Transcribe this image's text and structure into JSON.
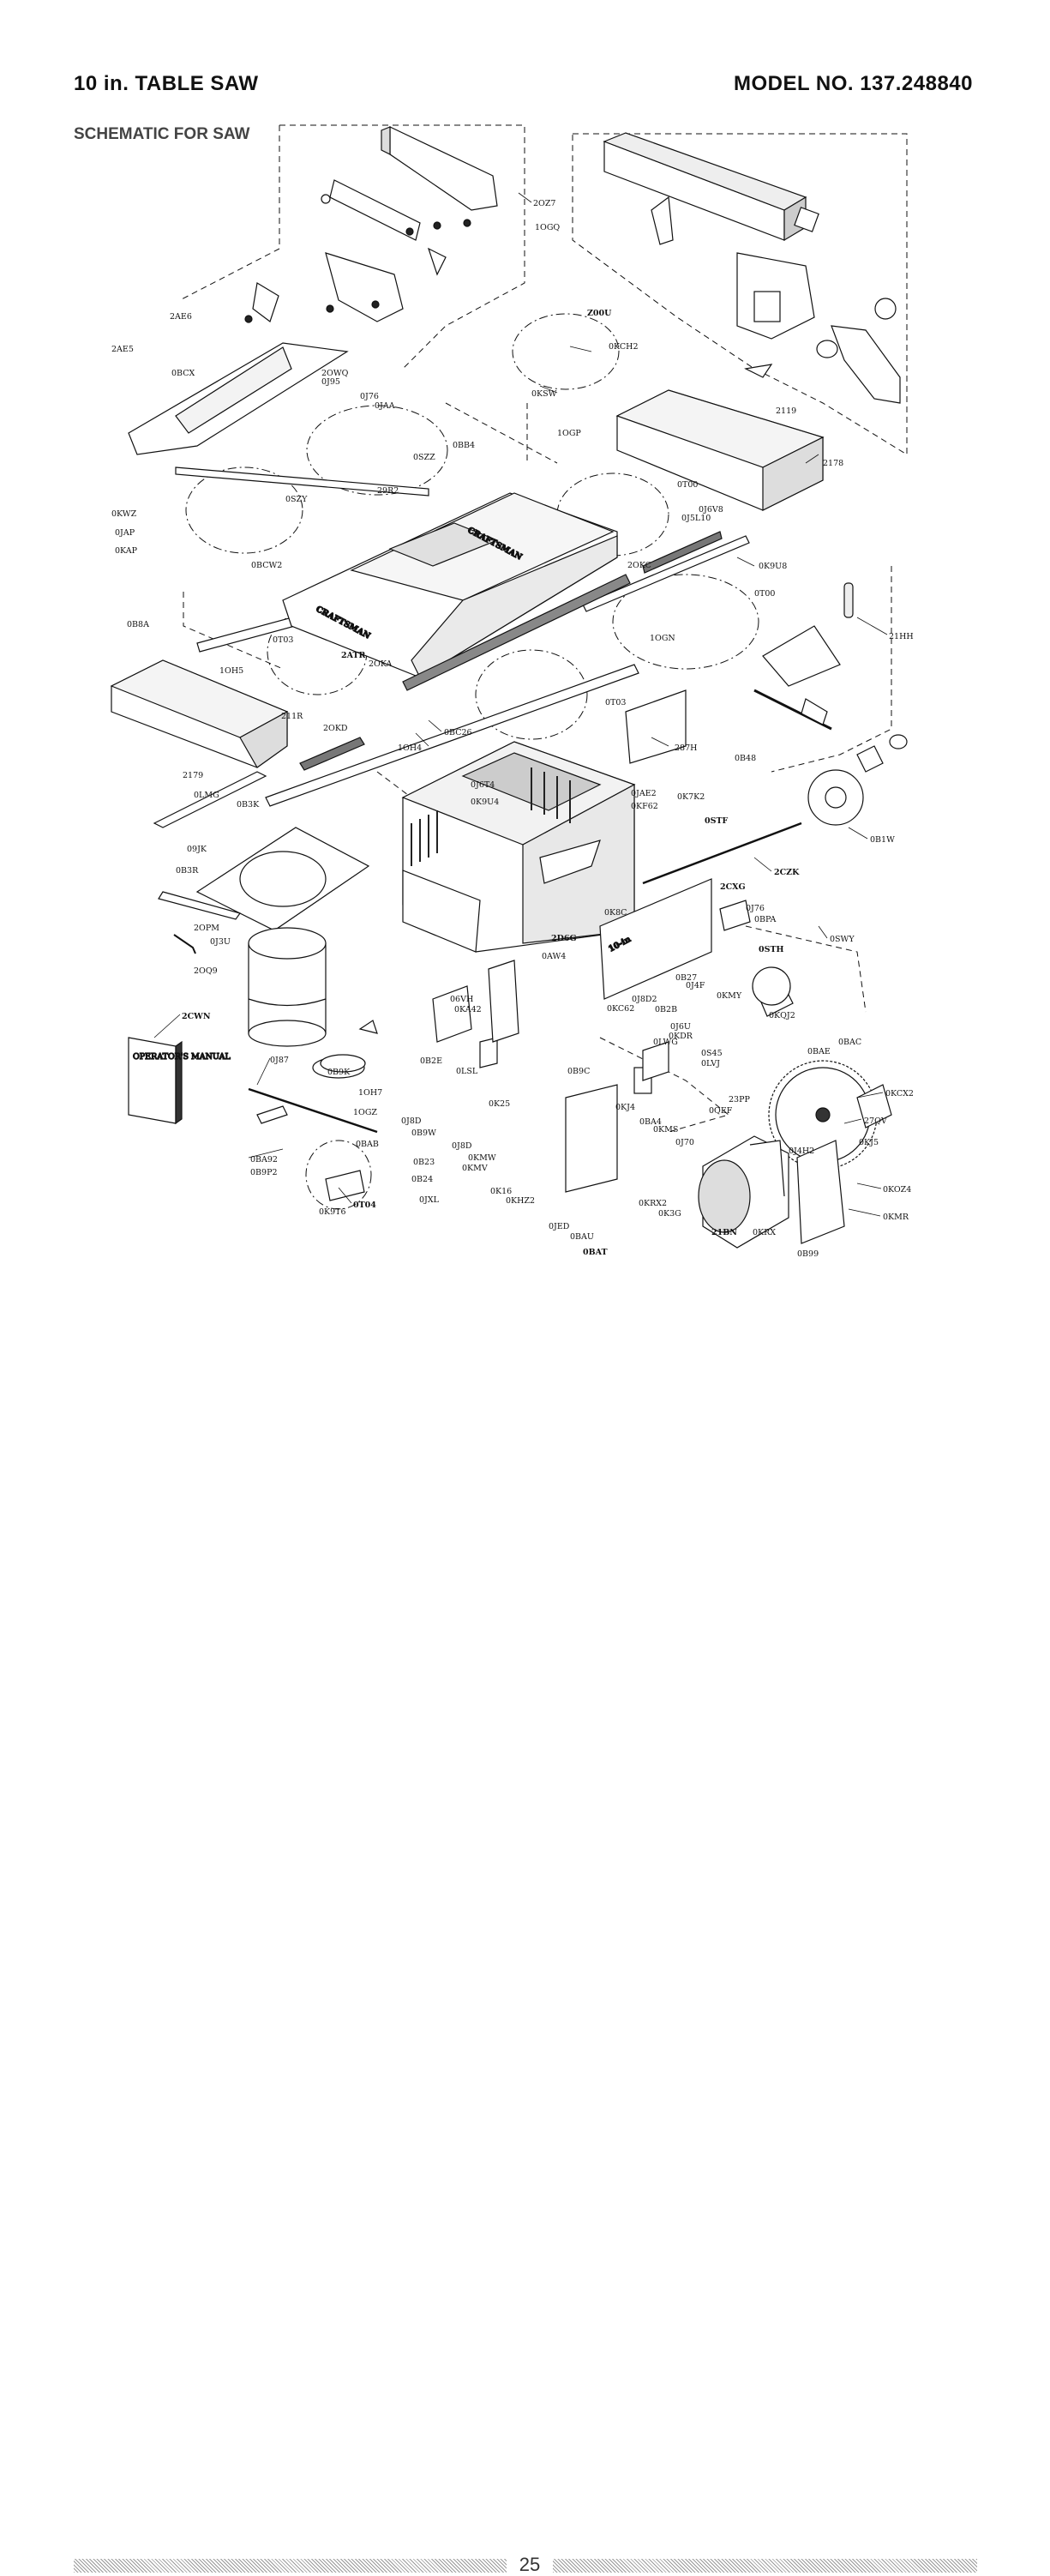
{
  "header": {
    "title": "10 in. TABLE SAW",
    "model": "MODEL NO. 137.248840",
    "subtitle": "SCHEMATIC FOR SAW"
  },
  "page_number": "25",
  "brand_text": "CRAFTSMAN",
  "manual_text": "OPERATOR'S MANUAL",
  "size_badge": "10-in",
  "part_labels": [
    "2OZ7",
    "1OGQ",
    "2AE6",
    "2AE5",
    "0BCX",
    "2OWQ",
    "0J95",
    "0J76",
    "0JAA",
    "0BB4",
    "0SZZ",
    "29R2",
    "Z00U",
    "0KCH2",
    "0KSW",
    "1OGP",
    "2119",
    "2178",
    "0T00",
    "0J6V8",
    "0J5L10",
    "0K9U8",
    "0KWZ",
    "0JAP",
    "0KAP",
    "0SZY",
    "0BCW2",
    "0B8A",
    "2OKC",
    "0T00",
    "1OGN",
    "21HH",
    "1OH5",
    "0T03",
    "2ATR",
    "2OKA",
    "211R",
    "2OKD",
    "1OH4",
    "0BC26",
    "0T03",
    "287H",
    "0B48",
    "2179",
    "0LMG",
    "0B3K",
    "0JAE2",
    "0KF62",
    "0J6T4",
    "0K9U4",
    "0K7K2",
    "0STF",
    "0B1W",
    "09JK",
    "0B3R",
    "2CZK",
    "2CXG",
    "0J76",
    "0BPA",
    "2OPM",
    "0J3U",
    "2OQ9",
    "2D6G",
    "0AW4",
    "0K8C",
    "0SWY",
    "0STH",
    "2CWN",
    "0B27",
    "0J4F",
    "0KMY",
    "0KQJ2",
    "06VH",
    "0KA42",
    "0J8D2",
    "0KC62",
    "0B2B",
    "0J6U",
    "0KDR",
    "0B2E",
    "0LSL",
    "0LWG",
    "0S45",
    "0LVJ",
    "0BAC",
    "0BAE",
    "0J87",
    "0B9K",
    "1OH7",
    "1OGZ",
    "0B9C",
    "0K25",
    "0KJ4",
    "23PP",
    "0KCX2",
    "0QEF",
    "0BA4",
    "0KMS",
    "0J8D",
    "0B9W",
    "0BAB",
    "0J70",
    "27QV",
    "0BA92",
    "0B9P2",
    "0J8D",
    "0KMW",
    "0B23",
    "0KMV",
    "0B24",
    "0J4H2",
    "0KJ5",
    "0T04",
    "0K9T6",
    "0JXL",
    "0K16",
    "0KHZ2",
    "0KRX2",
    "0K3G",
    "0KOZ4",
    "0JED",
    "0BAU",
    "21BN",
    "0KRX",
    "0KMR",
    "0BAT",
    "0B99"
  ]
}
